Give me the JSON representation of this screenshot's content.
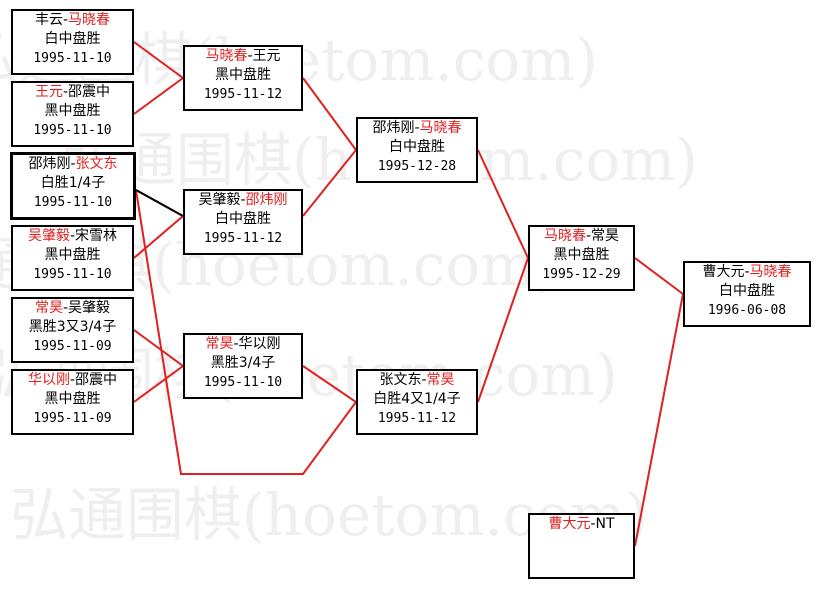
{
  "watermark": "弘通围棋(hoetom.com)",
  "colors": {
    "line": "#e02020",
    "text": "#000000",
    "winner": "#e02020",
    "frame": "#000000"
  },
  "matches": [
    {
      "id": "r1-1",
      "p1": "丰云",
      "p2": "马晓春",
      "winner": 2,
      "result": "白中盘胜",
      "date": "1995-11-10"
    },
    {
      "id": "r1-2",
      "p1": "王元",
      "p2": "邵震中",
      "winner": 1,
      "result": "黑中盘胜",
      "date": "1995-11-10"
    },
    {
      "id": "r1-3",
      "p1": "邵炜刚",
      "p2": "张文东",
      "winner": 2,
      "result": "白胜1/4子",
      "date": "1995-11-10"
    },
    {
      "id": "r1-4",
      "p1": "吴肇毅",
      "p2": "宋雪林",
      "winner": 1,
      "result": "黑中盘胜",
      "date": "1995-11-10"
    },
    {
      "id": "r1-5",
      "p1": "常昊",
      "p2": "吴肇毅",
      "winner": 1,
      "result": "黑胜3又3/4子",
      "date": "1995-11-09"
    },
    {
      "id": "r1-6",
      "p1": "华以刚",
      "p2": "邵震中",
      "winner": 1,
      "result": "黑中盘胜",
      "date": "1995-11-09"
    },
    {
      "id": "r2-1",
      "p1": "马晓春",
      "p2": "王元",
      "winner": 1,
      "result": "黑中盘胜",
      "date": "1995-11-12"
    },
    {
      "id": "r2-2",
      "p1": "吴肇毅",
      "p2": "邵炜刚",
      "winner": 2,
      "result": "白中盘胜",
      "date": "1995-11-12"
    },
    {
      "id": "r2-3",
      "p1": "常昊",
      "p2": "华以刚",
      "winner": 1,
      "result": "黑胜3/4子",
      "date": "1995-11-10"
    },
    {
      "id": "r3-1",
      "p1": "邵炜刚",
      "p2": "马晓春",
      "winner": 2,
      "result": "白中盘胜",
      "date": "1995-12-28"
    },
    {
      "id": "r3-2",
      "p1": "张文东",
      "p2": "常昊",
      "winner": 2,
      "result": "白胜4又1/4子",
      "date": "1995-11-12"
    },
    {
      "id": "r4-1",
      "p1": "马晓春",
      "p2": "常昊",
      "winner": 1,
      "result": "黑中盘胜",
      "date": "1995-12-29"
    },
    {
      "id": "r4-2",
      "p1": "曹大元",
      "p2": "NT",
      "winner": 1,
      "result": "",
      "date": ""
    },
    {
      "id": "final",
      "p1": "曹大元",
      "p2": "马晓春",
      "winner": 2,
      "result": "白中盘胜",
      "date": "1996-06-08"
    }
  ]
}
